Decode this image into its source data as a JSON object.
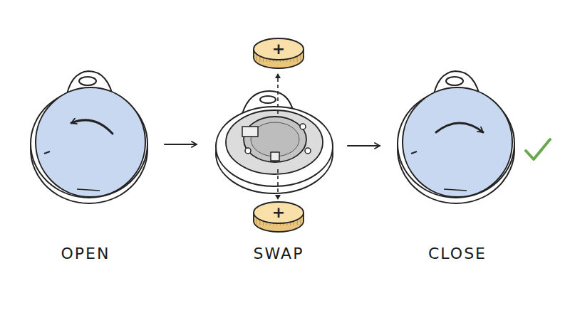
{
  "diagram": {
    "nodes": [
      {
        "text": [
          "+"
        ]
      },
      {
        "text": [
          "+"
        ]
      }
    ],
    "labels": [
      "OPEN",
      "SWAP",
      "CLOSE"
    ]
  }
}
